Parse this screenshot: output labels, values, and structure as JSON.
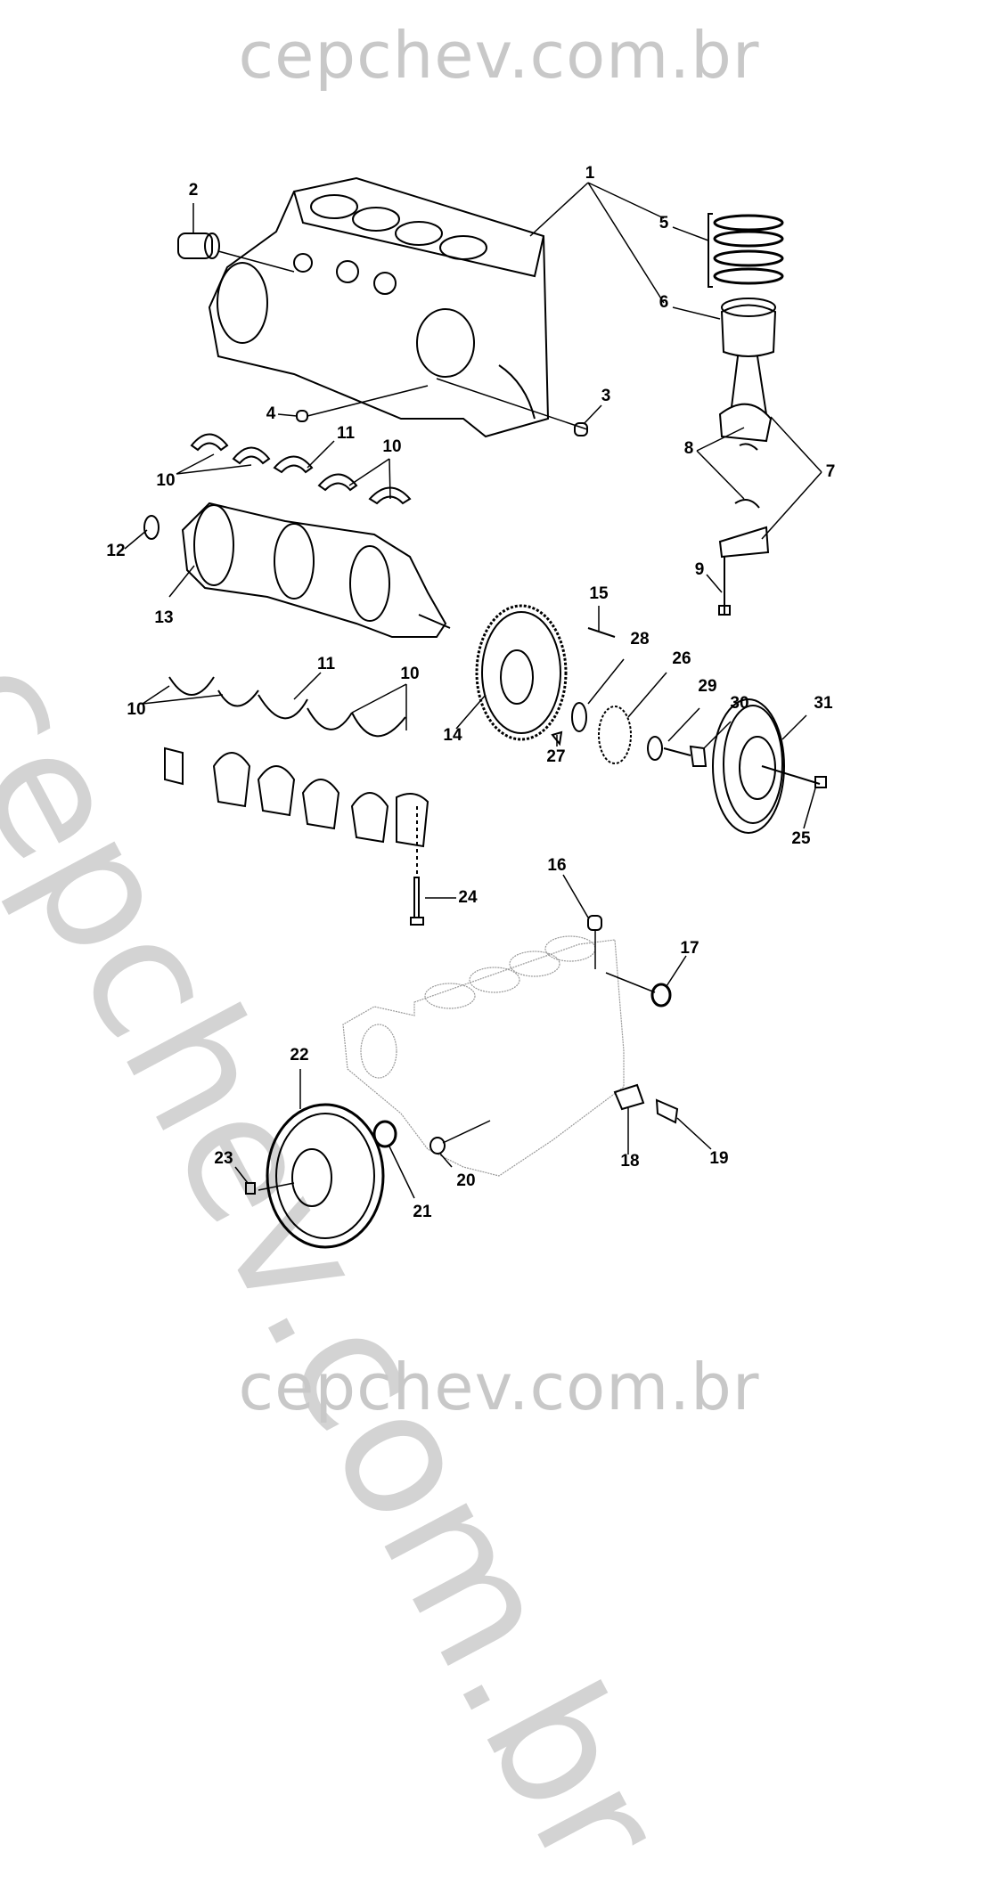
{
  "watermark": {
    "top": "cepchev.com.br",
    "bottom": "cepchev.com.br",
    "diagonal": "cepchev.com.br"
  },
  "callouts": {
    "c1": "1",
    "c2": "2",
    "c3": "3",
    "c4": "4",
    "c5": "5",
    "c6": "6",
    "c7": "7",
    "c8": "8",
    "c9": "9",
    "c10a": "10",
    "c10b": "10",
    "c10c": "10",
    "c10d": "10",
    "c11a": "11",
    "c11b": "11",
    "c12": "12",
    "c13": "13",
    "c14": "14",
    "c15": "15",
    "c16": "16",
    "c17": "17",
    "c18": "18",
    "c19": "19",
    "c20": "20",
    "c21": "21",
    "c22": "22",
    "c23": "23",
    "c24": "24",
    "c25": "25",
    "c26": "26",
    "c27": "27",
    "c28": "28",
    "c29": "29",
    "c30": "30",
    "c31": "31"
  }
}
